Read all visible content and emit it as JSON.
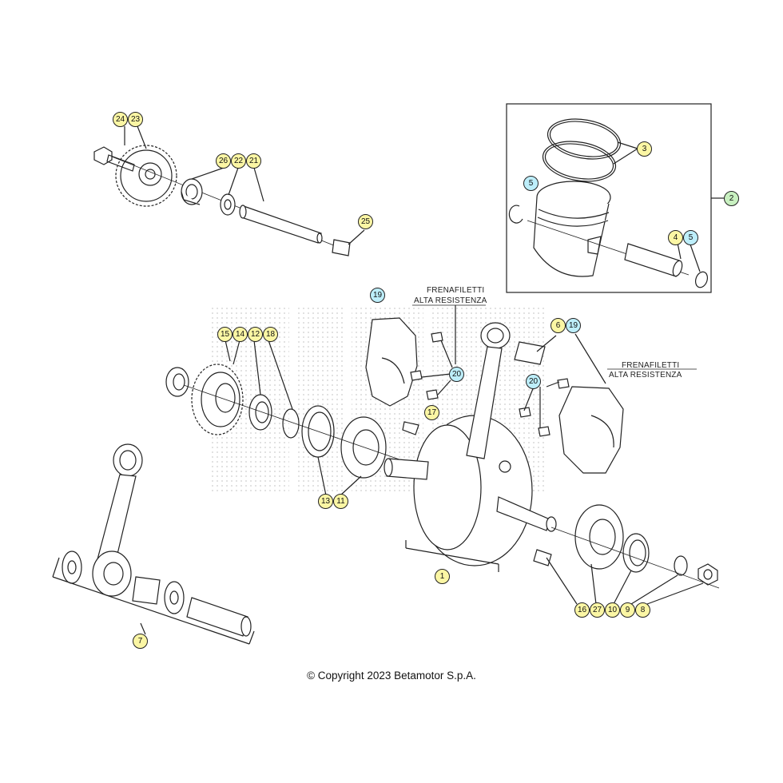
{
  "notes": {
    "thread_lock_1_line1": "FRENAFILETTI",
    "thread_lock_1_line2": "ALTA RESISTENZA",
    "thread_lock_2_line1": "FRENAFILETTI",
    "thread_lock_2_line2": "ALTA RESISTENZA"
  },
  "copyright": "© Copyright 2023 Betamotor S.p.A.",
  "callouts": {
    "c24": "24",
    "c23": "23",
    "c26": "26",
    "c22": "22",
    "c21": "21",
    "c25": "25",
    "c2": "2",
    "c3": "3",
    "c5a": "5",
    "c4": "4",
    "c5b": "5",
    "c19a": "19",
    "c15": "15",
    "c14": "14",
    "c12": "12",
    "c18": "18",
    "c20a": "20",
    "c17": "17",
    "c6": "6",
    "c19b": "19",
    "c20b": "20",
    "c13": "13",
    "c11": "11",
    "c1": "1",
    "c7": "7",
    "c16": "16",
    "c27": "27",
    "c10": "10",
    "c9": "9",
    "c8": "8"
  },
  "colors": {
    "callout_yellow": "#fbf6a4",
    "callout_cyan": "#bdeefa",
    "callout_green": "#c8f0c0",
    "line": "#222222"
  }
}
